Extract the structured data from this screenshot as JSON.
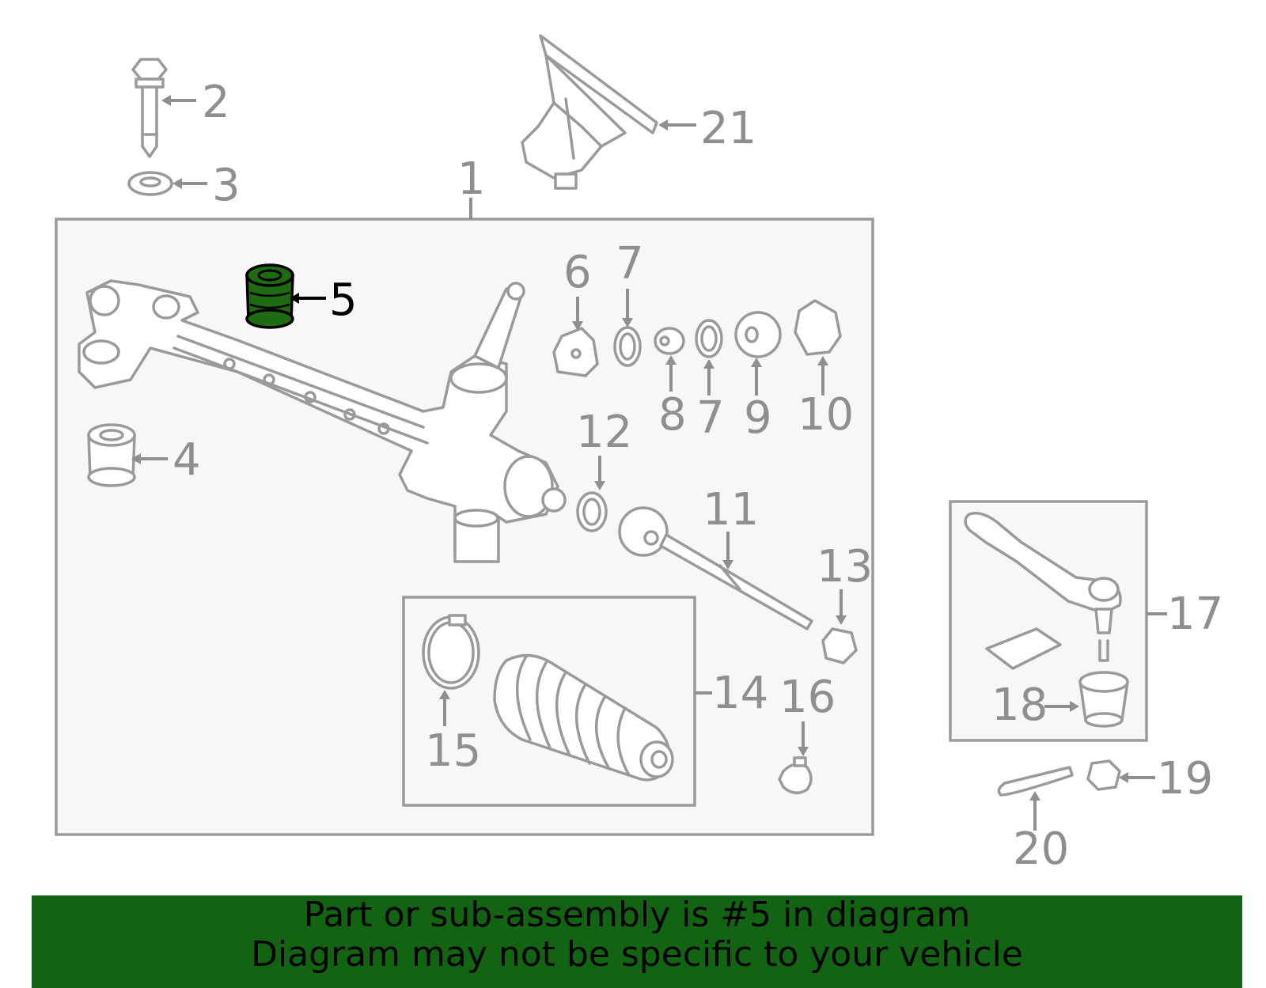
{
  "colors": {
    "banner_bg": "#136412",
    "highlight": "#1e6b12",
    "line": "#9a9a9a",
    "box_fill": "#f7f7f7"
  },
  "callouts": [
    {
      "id": "c1",
      "text": "1"
    },
    {
      "id": "c2",
      "text": "2"
    },
    {
      "id": "c3",
      "text": "3"
    },
    {
      "id": "c4",
      "text": "4"
    },
    {
      "id": "c5",
      "text": "5",
      "highlighted": true
    },
    {
      "id": "c6",
      "text": "6"
    },
    {
      "id": "c7a",
      "text": "7"
    },
    {
      "id": "c7b",
      "text": "7"
    },
    {
      "id": "c8",
      "text": "8"
    },
    {
      "id": "c9",
      "text": "9"
    },
    {
      "id": "c10",
      "text": "10"
    },
    {
      "id": "c11",
      "text": "11"
    },
    {
      "id": "c12",
      "text": "12"
    },
    {
      "id": "c13",
      "text": "13"
    },
    {
      "id": "c14",
      "text": "14"
    },
    {
      "id": "c15",
      "text": "15"
    },
    {
      "id": "c16",
      "text": "16"
    },
    {
      "id": "c17",
      "text": "17"
    },
    {
      "id": "c18",
      "text": "18"
    },
    {
      "id": "c19",
      "text": "19"
    },
    {
      "id": "c20",
      "text": "20"
    },
    {
      "id": "c21",
      "text": "21"
    }
  ],
  "banner": {
    "line1": "Part or sub-assembly is #5 in diagram",
    "line2": "Diagram may not be specific to your vehicle"
  }
}
